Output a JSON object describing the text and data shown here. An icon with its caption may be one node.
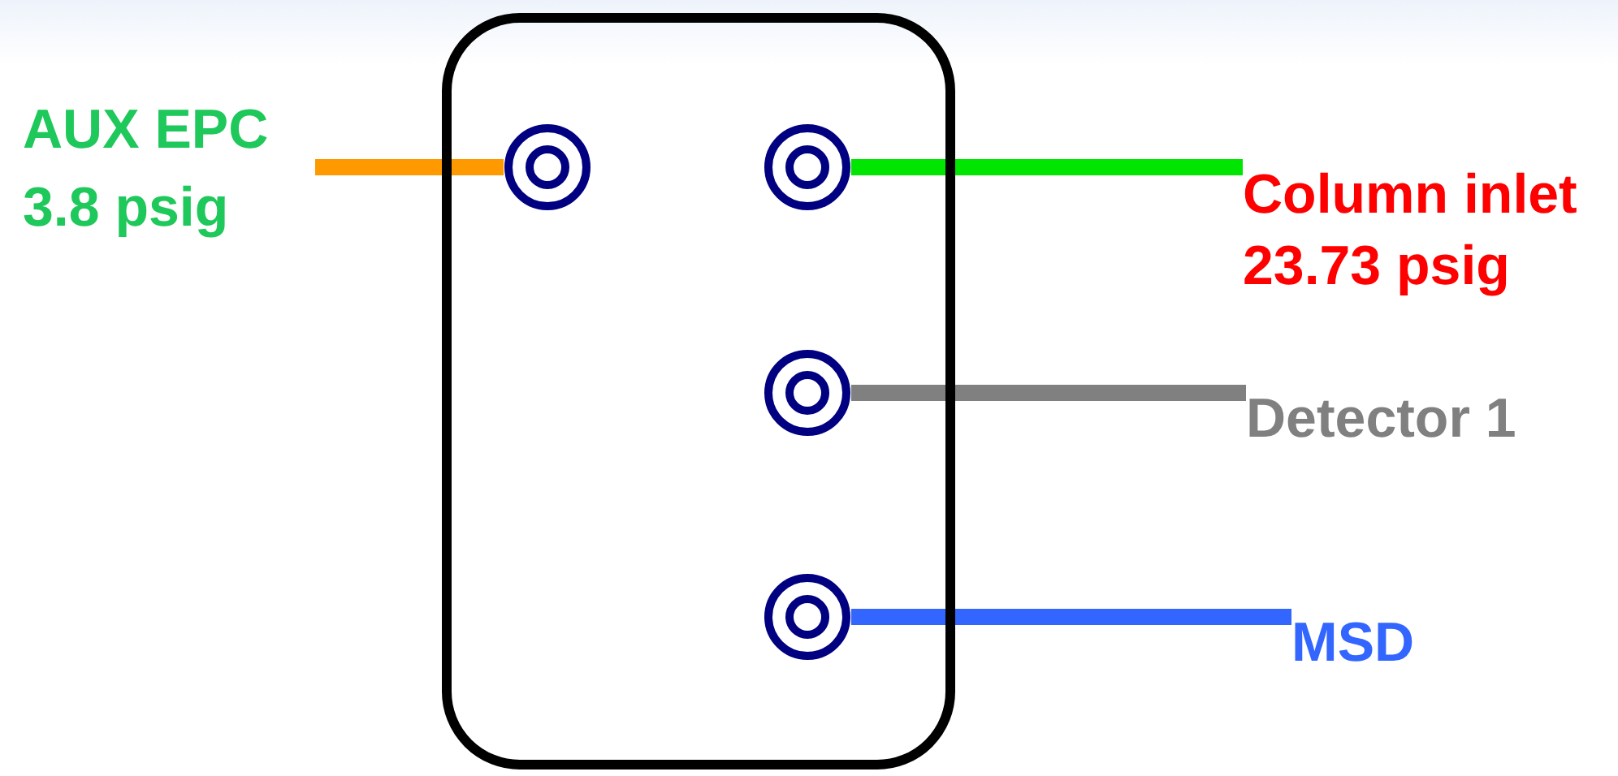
{
  "diagram": {
    "nodes": [
      {
        "text": [],
        "shape": "box"
      },
      {
        "text": [],
        "shape": "circle",
        "in": 0
      },
      {
        "text": [],
        "shape": "circle",
        "in": 0
      },
      {
        "text": [],
        "shape": "circle",
        "in": 0
      },
      {
        "text": [],
        "shape": "circle",
        "in": 0
      },
      {
        "text": [
          "AUX EPC 3.8 psig"
        ]
      },
      {
        "text": [
          "Column inlet 23.73 psig"
        ]
      },
      {
        "text": [
          "Detector 1"
        ]
      },
      {
        "text": [
          "MSD"
        ]
      }
    ],
    "edges": [
      {
        "from": 5,
        "to": 1,
        "arrow": "none",
        "color": "#ff9900"
      },
      {
        "from": 2,
        "to": 6,
        "arrow": "none",
        "color": "#00e600"
      },
      {
        "from": 3,
        "to": 7,
        "arrow": "none",
        "color": "#808080"
      },
      {
        "from": 4,
        "to": 8,
        "arrow": "none",
        "color": "#3366ff"
      }
    ]
  }
}
